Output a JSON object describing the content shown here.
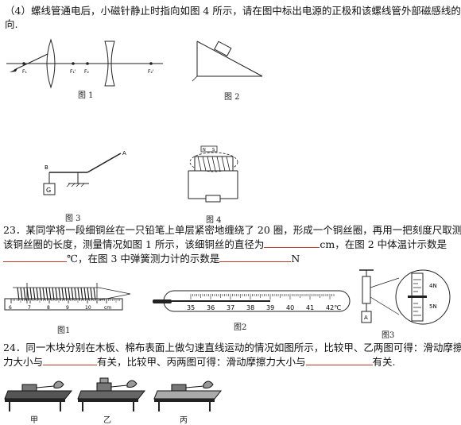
{
  "q4": {
    "line1": "（4）螺线管通电后，小磁针静止时指向如图 4 所示，请在图中标出电源的正极和该螺线管外部磁感线的方",
    "line2": "向."
  },
  "figure_captions": {
    "fig1": "图 1",
    "fig2": "图 2",
    "fig3": "图 3",
    "fig4": "图 4"
  },
  "fig1_labels": [
    "F₁",
    "F₁'",
    "F₂",
    "F₂'"
  ],
  "fig3_labels": {
    "a": "A",
    "b": "B",
    "g": "G"
  },
  "fig4_labels": {
    "n": "N",
    "s": "S"
  },
  "q23": {
    "line1": "23．某同学将一段细铜丝在一只铅笔上单层紧密地缠绕了 20 圈，形成一个铜丝圈，再用一把刻度尺取测量",
    "line2": "该铜丝圈的长度，测量情况如图 1 所示，该细铜丝的直径为",
    "unit_cm": "cm，在图 2 中体温计示数是",
    "line3_suffix": "℃，在图 3 中弹簧测力计的示数是",
    "unit_n": "N"
  },
  "q23_figs": {
    "fig1_caption": "图1",
    "fig2_caption": "图2",
    "fig3_caption": "图3",
    "ruler_ticks": [
      "6",
      "7",
      "8",
      "9",
      "10",
      "cm"
    ],
    "thermo_ticks": [
      "35",
      "36",
      "37",
      "38",
      "39",
      "40",
      "41",
      "42℃"
    ],
    "spring_labels": [
      "4N",
      "5N"
    ],
    "spring_weight": "A"
  },
  "q24": {
    "line1": "24．同一木块分别在木板、棉布表面上做匀速直线运动的情况如图所示，比较甲、乙两图可得：滑动摩擦",
    "line2_a": "力大小与",
    "line2_b": "有关，比较甲、丙两图可得：滑动摩擦力大小与",
    "line2_c": "有关.",
    "captions": [
      "甲",
      "乙",
      "丙"
    ]
  },
  "colors": {
    "blank_underline": "#c0392b",
    "ink": "#111111"
  }
}
